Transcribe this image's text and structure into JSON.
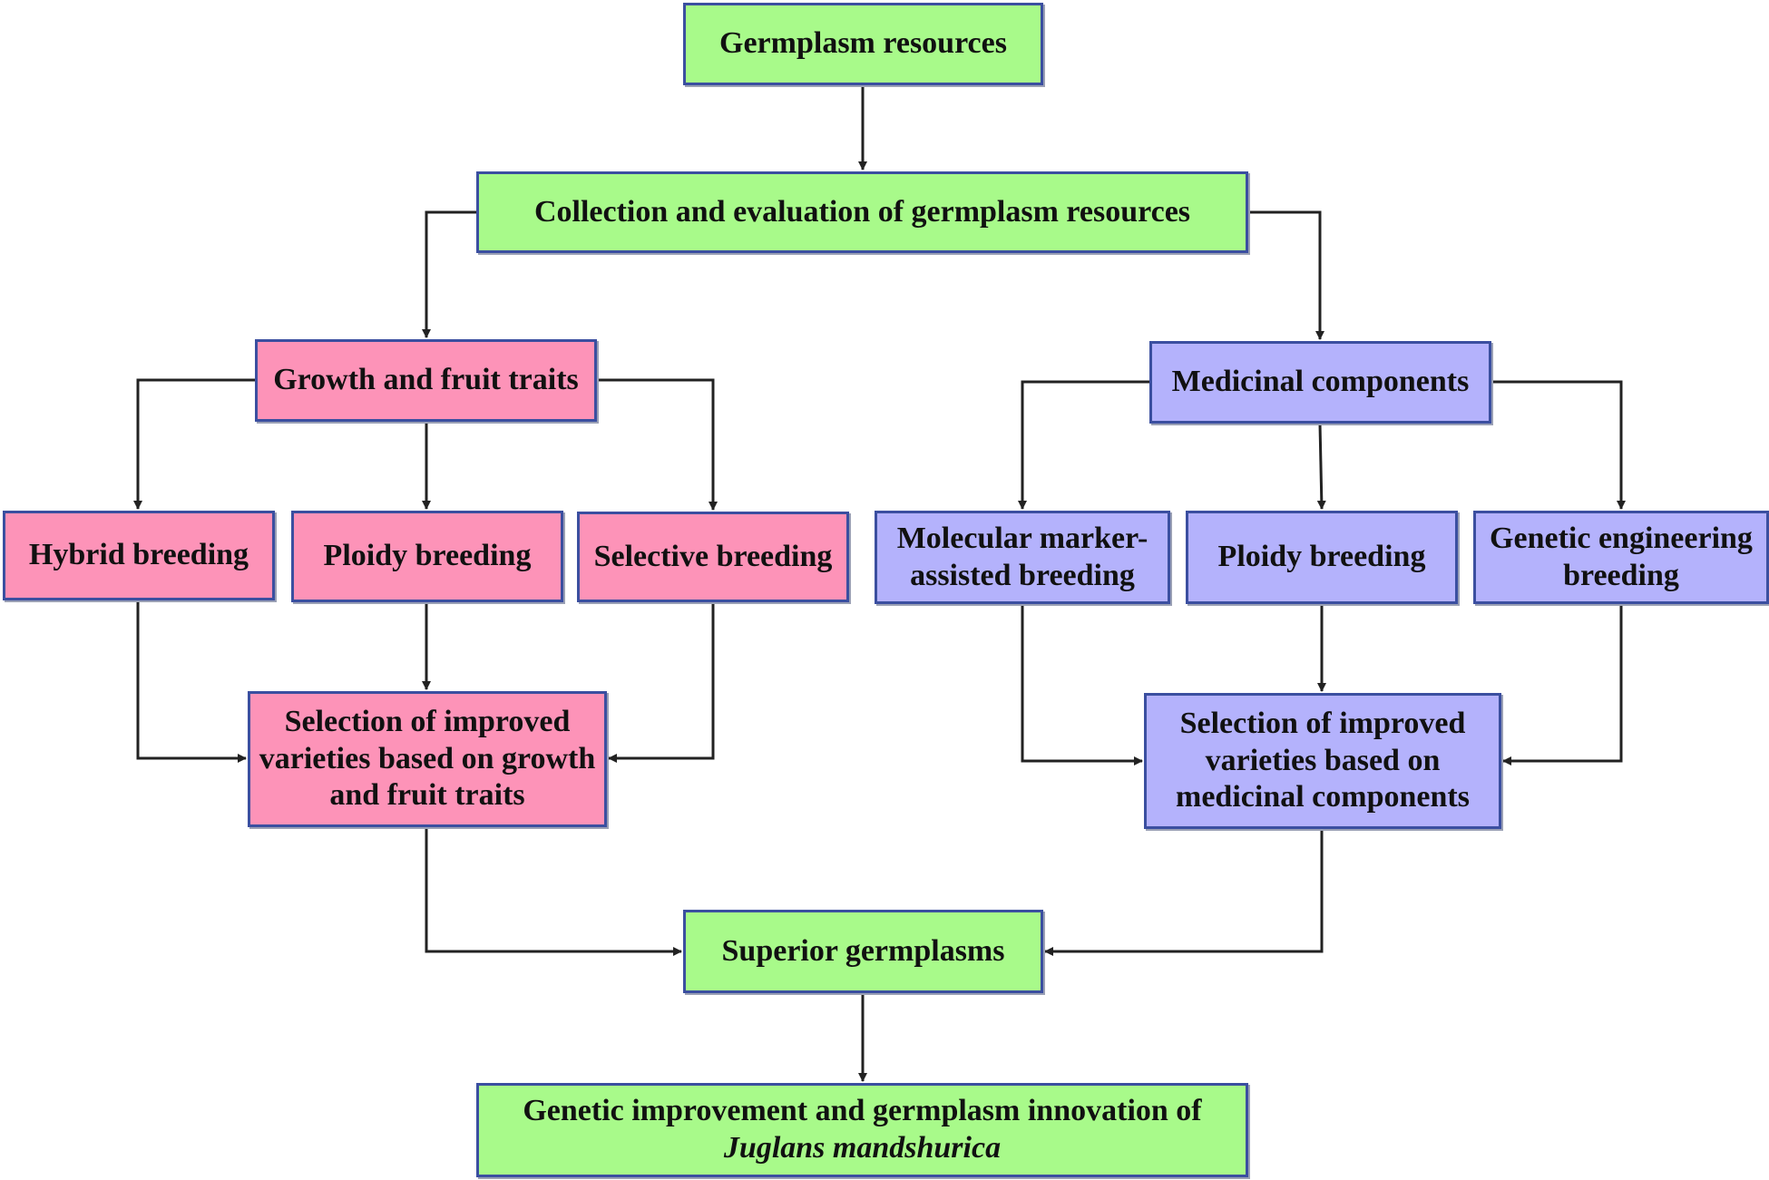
{
  "diagram": {
    "nodes": {
      "germplasm_resources": "Germplasm resources",
      "collection_evaluation": "Collection and evaluation of germplasm resources",
      "growth_fruit_traits": "Growth and fruit traits",
      "medicinal_components": "Medicinal components",
      "hybrid_breeding": "Hybrid breeding",
      "ploidy_breeding_left": "Ploidy breeding",
      "selective_breeding": "Selective breeding",
      "molecular_marker_line1": "Molecular marker-",
      "molecular_marker_line2": "assisted breeding",
      "ploidy_breeding_right": "Ploidy breeding",
      "genetic_engineering_line1": "Genetic engineering",
      "genetic_engineering_line2": "breeding",
      "selection_growth_line1": "Selection of improved",
      "selection_growth_line2": "varieties based on growth",
      "selection_growth_line3": "and fruit traits",
      "selection_medicinal_line1": "Selection of improved",
      "selection_medicinal_line2": "varieties based on",
      "selection_medicinal_line3": "medicinal components",
      "superior_germplasms": "Superior germplasms",
      "final_line1": "Genetic improvement and germplasm innovation of",
      "final_line2": "Juglans mandshurica"
    },
    "colors": {
      "green": "#a8fa8a",
      "pink": "#fd93b8",
      "purple": "#b4b2fc",
      "border": "#3b4fa0",
      "arrow": "#222222"
    }
  }
}
